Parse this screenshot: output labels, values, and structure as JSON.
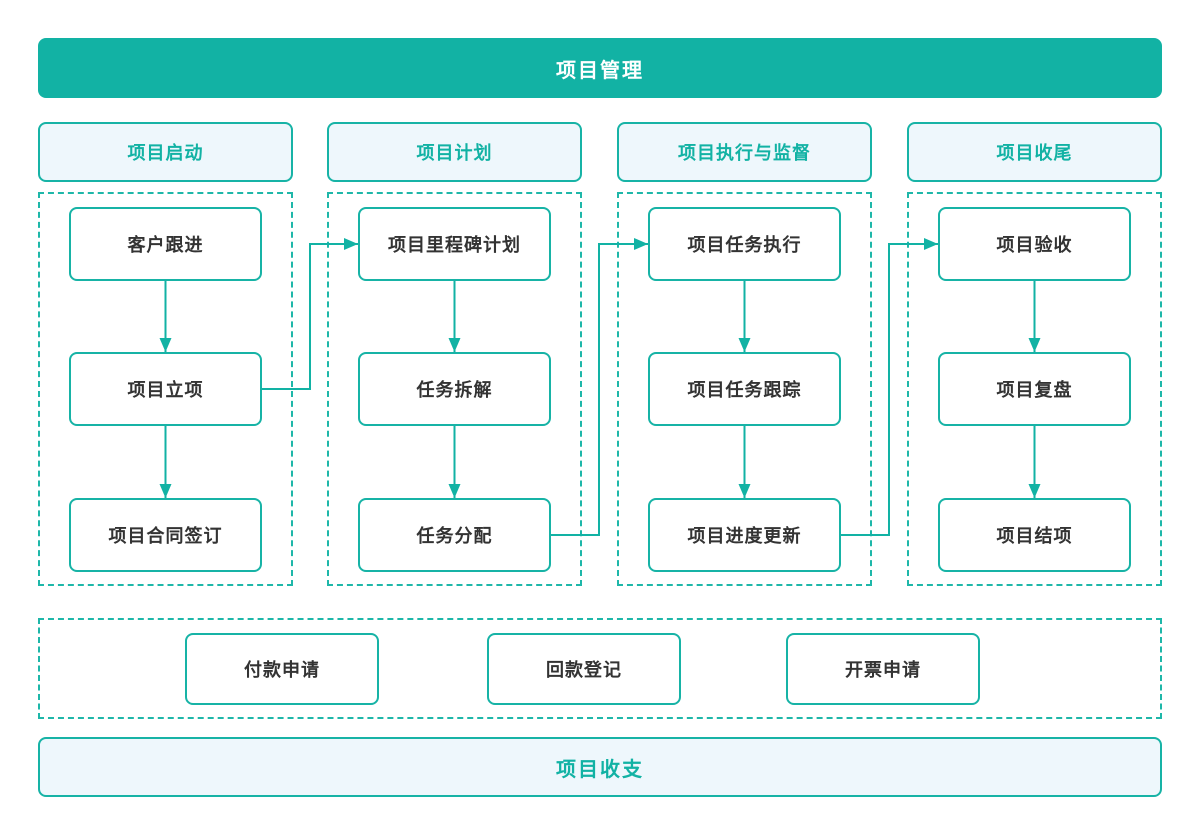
{
  "title_bar": {
    "label": "项目管理"
  },
  "columns": [
    {
      "header": "项目启动",
      "nodes": [
        "客户跟进",
        "项目立项",
        "项目合同签订"
      ]
    },
    {
      "header": "项目计划",
      "nodes": [
        "项目里程碑计划",
        "任务拆解",
        "任务分配"
      ]
    },
    {
      "header": "项目执行与监督",
      "nodes": [
        "项目任务执行",
        "项目任务跟踪",
        "项目进度更新"
      ]
    },
    {
      "header": "项目收尾",
      "nodes": [
        "项目验收",
        "项目复盘",
        "项目结项"
      ]
    }
  ],
  "edges": [
    {
      "from": "客户跟进",
      "to": "项目立项"
    },
    {
      "from": "项目立项",
      "to": "项目合同签订"
    },
    {
      "from": "项目立项",
      "to": "项目里程碑计划"
    },
    {
      "from": "项目里程碑计划",
      "to": "任务拆解"
    },
    {
      "from": "任务拆解",
      "to": "任务分配"
    },
    {
      "from": "任务分配",
      "to": "项目任务执行"
    },
    {
      "from": "项目任务执行",
      "to": "项目任务跟踪"
    },
    {
      "from": "项目任务跟踪",
      "to": "项目进度更新"
    },
    {
      "from": "项目进度更新",
      "to": "项目验收"
    },
    {
      "from": "项目验收",
      "to": "项目复盘"
    },
    {
      "from": "项目复盘",
      "to": "项目结项"
    }
  ],
  "finance_row": {
    "nodes": [
      "付款申请",
      "回款登记",
      "开票申请"
    ]
  },
  "bottom_bar": {
    "label": "项目收支"
  },
  "colors": {
    "teal": "#12b2a4",
    "border_teal": "#17b3a6",
    "light_blue_fill": "#eef7fc",
    "node_text": "#333333",
    "banner_text": "#ffffff"
  }
}
